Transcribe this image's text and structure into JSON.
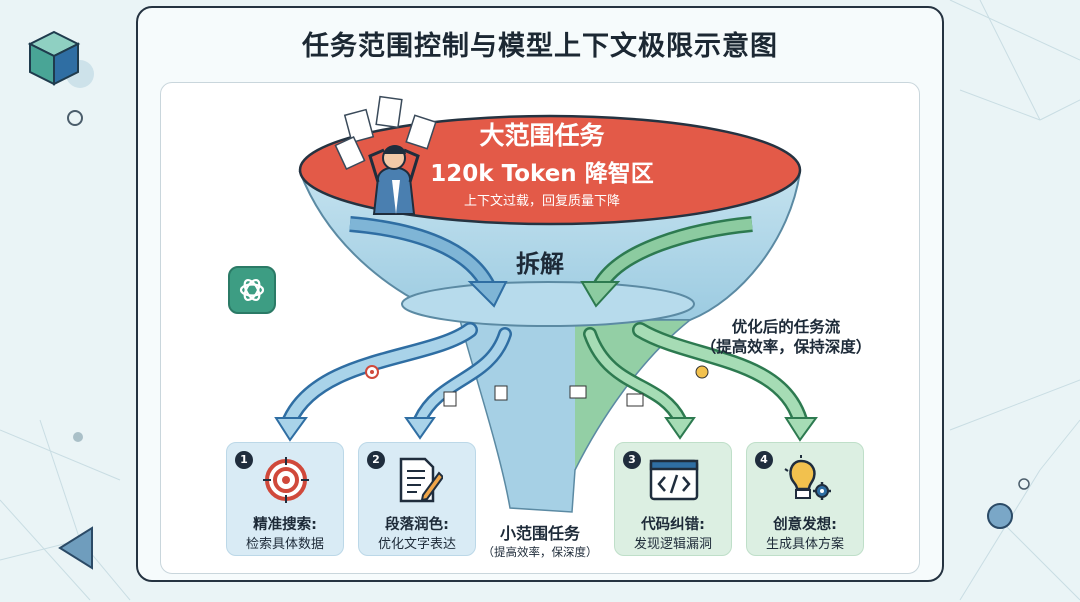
{
  "title": "任务范围控制与模型上下文极限示意图",
  "funnel": {
    "title": "大范围任务",
    "subtitle": "120k Token 降智区",
    "note": "上下文过载，回复质量下降",
    "split_label": "拆解"
  },
  "flow_label": {
    "line1": "优化后的任务流",
    "line2": "（提高效率，保持深度）"
  },
  "small_task": {
    "label": "小范围任务",
    "note": "（提高效率，保深度）"
  },
  "tasks": [
    {
      "num": "1",
      "title": "精准搜索:",
      "desc": "检索具体数据",
      "icon": "target-icon"
    },
    {
      "num": "2",
      "title": "段落润色:",
      "desc": "优化文字表达",
      "icon": "document-pencil-icon"
    },
    {
      "num": "3",
      "title": "代码纠错:",
      "desc": "发现逻辑漏洞",
      "icon": "code-window-icon"
    },
    {
      "num": "4",
      "title": "创意发想:",
      "desc": "生成具体方案",
      "icon": "lightbulb-gear-icon"
    }
  ],
  "colors": {
    "funnel_top": "#e35a48",
    "funnel_body": "#a9d3e7",
    "blue_flow": "#9cc9e2",
    "green_flow": "#8ccba0",
    "box_blue": "#d9ebf5",
    "box_green": "#dcefe2",
    "dark": "#1f2d3d"
  }
}
